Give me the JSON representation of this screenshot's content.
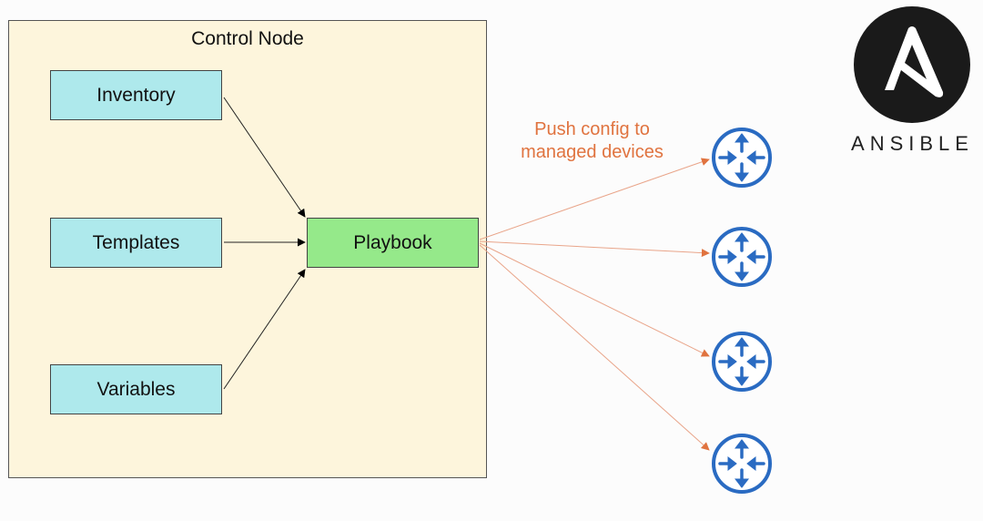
{
  "control_node": {
    "title": "Control Node"
  },
  "inputs": [
    {
      "label": "Inventory"
    },
    {
      "label": "Templates"
    },
    {
      "label": "Variables"
    }
  ],
  "playbook": {
    "label": "Playbook"
  },
  "push_label": "Push config to managed devices",
  "managed_devices": [
    {
      "icon": "router-icon"
    },
    {
      "icon": "router-icon"
    },
    {
      "icon": "router-icon"
    },
    {
      "icon": "router-icon"
    }
  ],
  "logo": {
    "text": "ANSIBLE",
    "icon": "ansible-logo"
  },
  "colors": {
    "control_node_bg": "#fdf5dc",
    "input_box": "#aee9ec",
    "playbook_box": "#95e98a",
    "push_arrows": "#e0733f",
    "router_blue": "#2a6bc2"
  }
}
